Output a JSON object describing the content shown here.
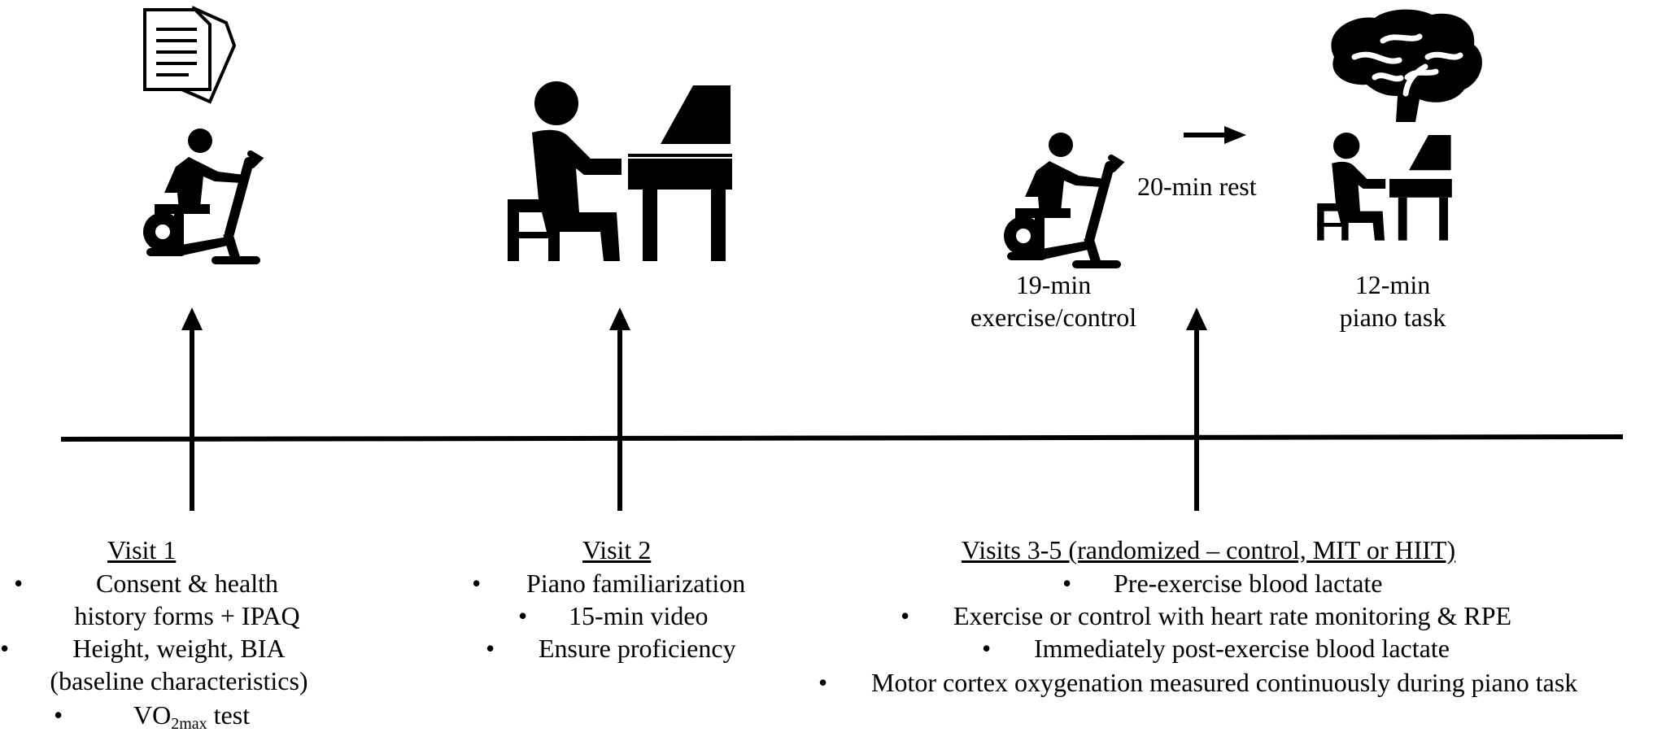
{
  "icons": {
    "documents": "documents-icon",
    "bike": "stationary-bike-icon",
    "piano": "person-at-piano-icon",
    "brain": "brain-icon",
    "arrow": "right-arrow-icon"
  },
  "stage_labels": {
    "rest": "20-min rest",
    "exercise_line1": "19-min",
    "exercise_line2": "exercise/control",
    "piano_line1": "12-min",
    "piano_line2": "piano task"
  },
  "visit1": {
    "title": "Visit 1",
    "item1_line1": "Consent & health",
    "item1_line2": "history forms + IPAQ",
    "item2_line1": "Height, weight, BIA",
    "item2_line2": "(baseline characteristics)",
    "item3_prefix": "VO",
    "item3_sub": "2max",
    "item3_suffix": " test"
  },
  "visit2": {
    "title": "Visit 2",
    "items": [
      "Piano familiarization",
      "15-min video",
      "Ensure proficiency"
    ]
  },
  "visit3": {
    "title": "Visits 3-5 (randomized – control, MIT or HIIT)",
    "items": [
      "Pre-exercise blood lactate",
      "Exercise or control with heart rate monitoring & RPE",
      "Immediately post-exercise blood lactate",
      "Motor cortex oxygenation measured continuously during piano task"
    ]
  },
  "bullet_char": "•"
}
